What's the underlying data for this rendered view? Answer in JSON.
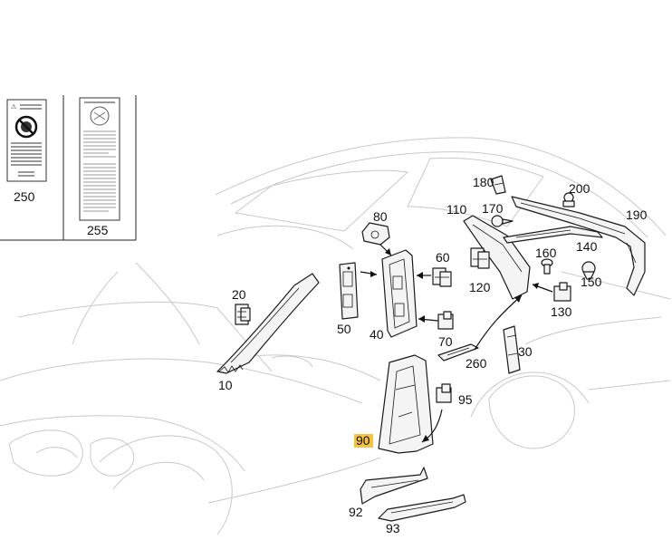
{
  "labels": {
    "p10": "10",
    "p20": "20",
    "p30": "30",
    "p40": "40",
    "p50": "50",
    "p60": "60",
    "p70": "70",
    "p80": "80",
    "p90": "90",
    "p92": "92",
    "p93": "93",
    "p95": "95",
    "p110": "110",
    "p120": "120",
    "p130": "130",
    "p140": "140",
    "p150": "150",
    "p160": "160",
    "p170": "170",
    "p180": "180",
    "p190": "190",
    "p200": "200",
    "p250": "250",
    "p255": "255",
    "p260": "260"
  },
  "highlight": {
    "label": "p90",
    "color": "#f5c242"
  },
  "colors": {
    "ink": "#1a1a1a",
    "ghost_outline": "#c9c9c9",
    "part_fill": "#f4f4f4"
  },
  "icons": {
    "warning_label": "airbag-warning-sticker-icon",
    "no_child_seat": "no-child-seat-icon"
  }
}
